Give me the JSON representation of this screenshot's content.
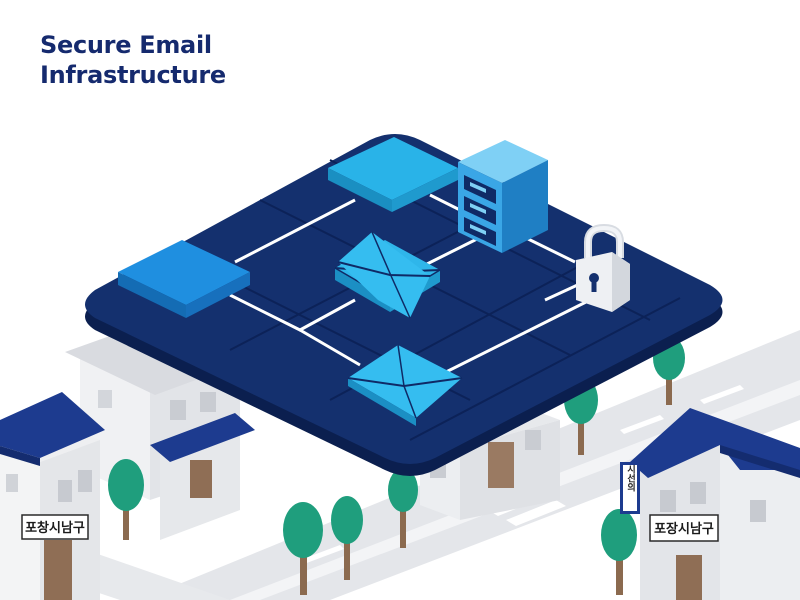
{
  "header": {
    "title_line1": "Secure Email",
    "title_line2": "Infrastructure"
  },
  "signs": {
    "left_building_sign": "포창시남구",
    "right_building_sign": "포장시남구",
    "vertical_sign": "시선의"
  },
  "colors": {
    "platform_navy": "#14306e",
    "platform_edge": "#0b1f4f",
    "accent_cyan": "#29b3e8",
    "accent_blue": "#1f8fe0",
    "server_blue": "#3aa6e6",
    "lock_gray": "#e8ebef",
    "tree_green": "#1f9e7d",
    "roof_navy": "#1d3b8f",
    "building_gray": "#e9eaec",
    "road_gray": "#dfe1e5"
  },
  "icons": {
    "envelope": "envelope-icon",
    "server": "server-rack-icon",
    "lock": "padlock-icon"
  }
}
